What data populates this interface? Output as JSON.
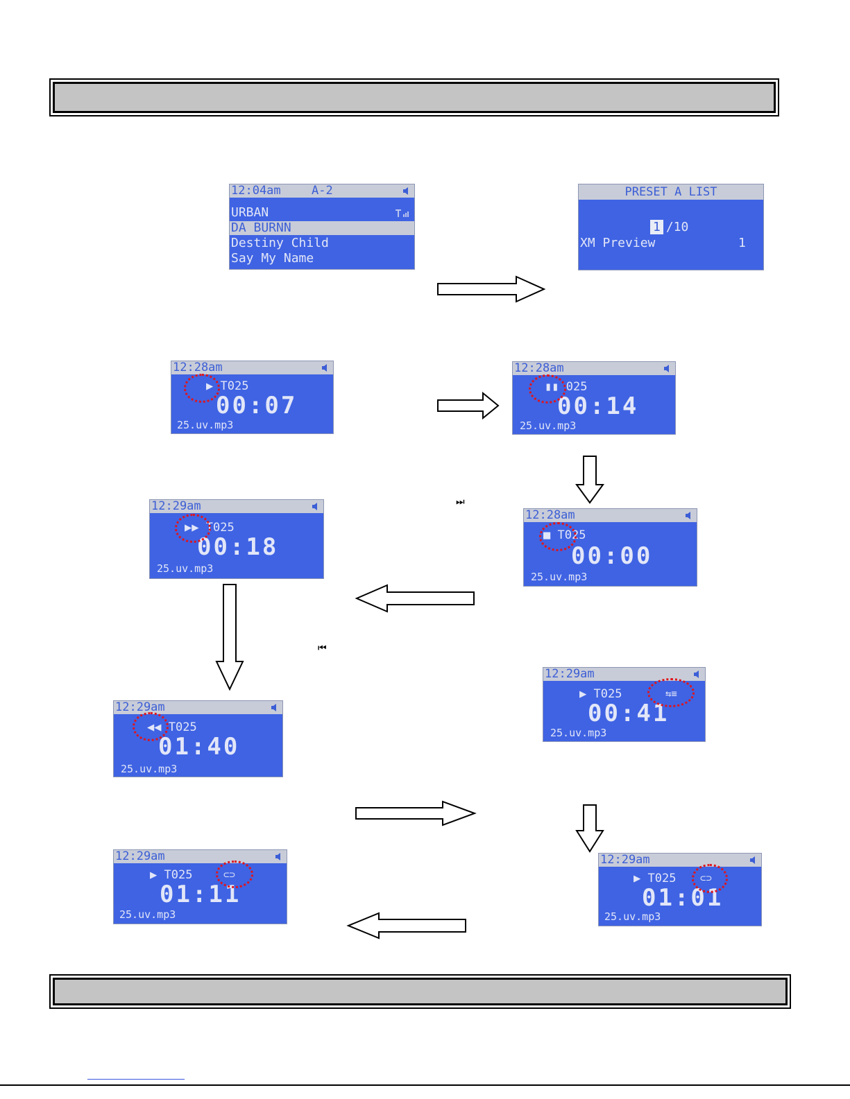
{
  "screens": {
    "s1": {
      "time": "12:04am",
      "channel": "A-2",
      "lines": [
        "URBAN",
        "DA BURNN",
        "Destiny Child",
        "Say My Name"
      ]
    },
    "s2": {
      "title": "PRESET A LIST",
      "number": "1",
      "total": "/10",
      "name": "XM Preview",
      "index": "1"
    },
    "s3": {
      "time": "12:28am",
      "mode": "▶",
      "track": "T025",
      "clock": "00:07",
      "file": "25.uv.mp3"
    },
    "s4": {
      "time": "12:28am",
      "mode": "▮▮",
      "track": "025",
      "clock": "00:14",
      "file": "25.uv.mp3"
    },
    "s5": {
      "time": "12:28am",
      "mode": "■",
      "track": "T025",
      "clock": "00:00",
      "file": "25.uv.mp3"
    },
    "s6": {
      "time": "12:29am",
      "mode": "▶▶",
      "track": "T025",
      "clock": "00:18",
      "file": "25.uv.mp3"
    },
    "s7": {
      "time": "12:29am",
      "mode": "▶",
      "track": "T025",
      "clock": "00:41",
      "file": "25.uv.mp3",
      "indicator": "⇆≡"
    },
    "s8": {
      "time": "12:29am",
      "mode": "◀◀",
      "track": "T025",
      "clock": "01:40",
      "file": "25.uv.mp3"
    },
    "s9": {
      "time": "12:29am",
      "mode": "▶",
      "track": "T025",
      "clock": "01:01",
      "file": "25.uv.mp3",
      "indicator": "⊂⊃"
    },
    "s10": {
      "time": "12:29am",
      "mode": "▶",
      "track": "T025",
      "clock": "01:11",
      "file": "25.uv.mp3",
      "indicator": "⊂⊃"
    }
  },
  "glyphs": {
    "next": "⏭",
    "prev": "⏮"
  },
  "icons": {
    "speaker": "speaker-icon",
    "signal": "signal-icon",
    "next": "next-track-icon",
    "prev": "previous-track-icon"
  },
  "colors": {
    "lcd": "#3f63e3",
    "status_bar": "#c8ccd8",
    "highlight_ring": "#e0141c",
    "header_bar": "#c4c4c4"
  }
}
